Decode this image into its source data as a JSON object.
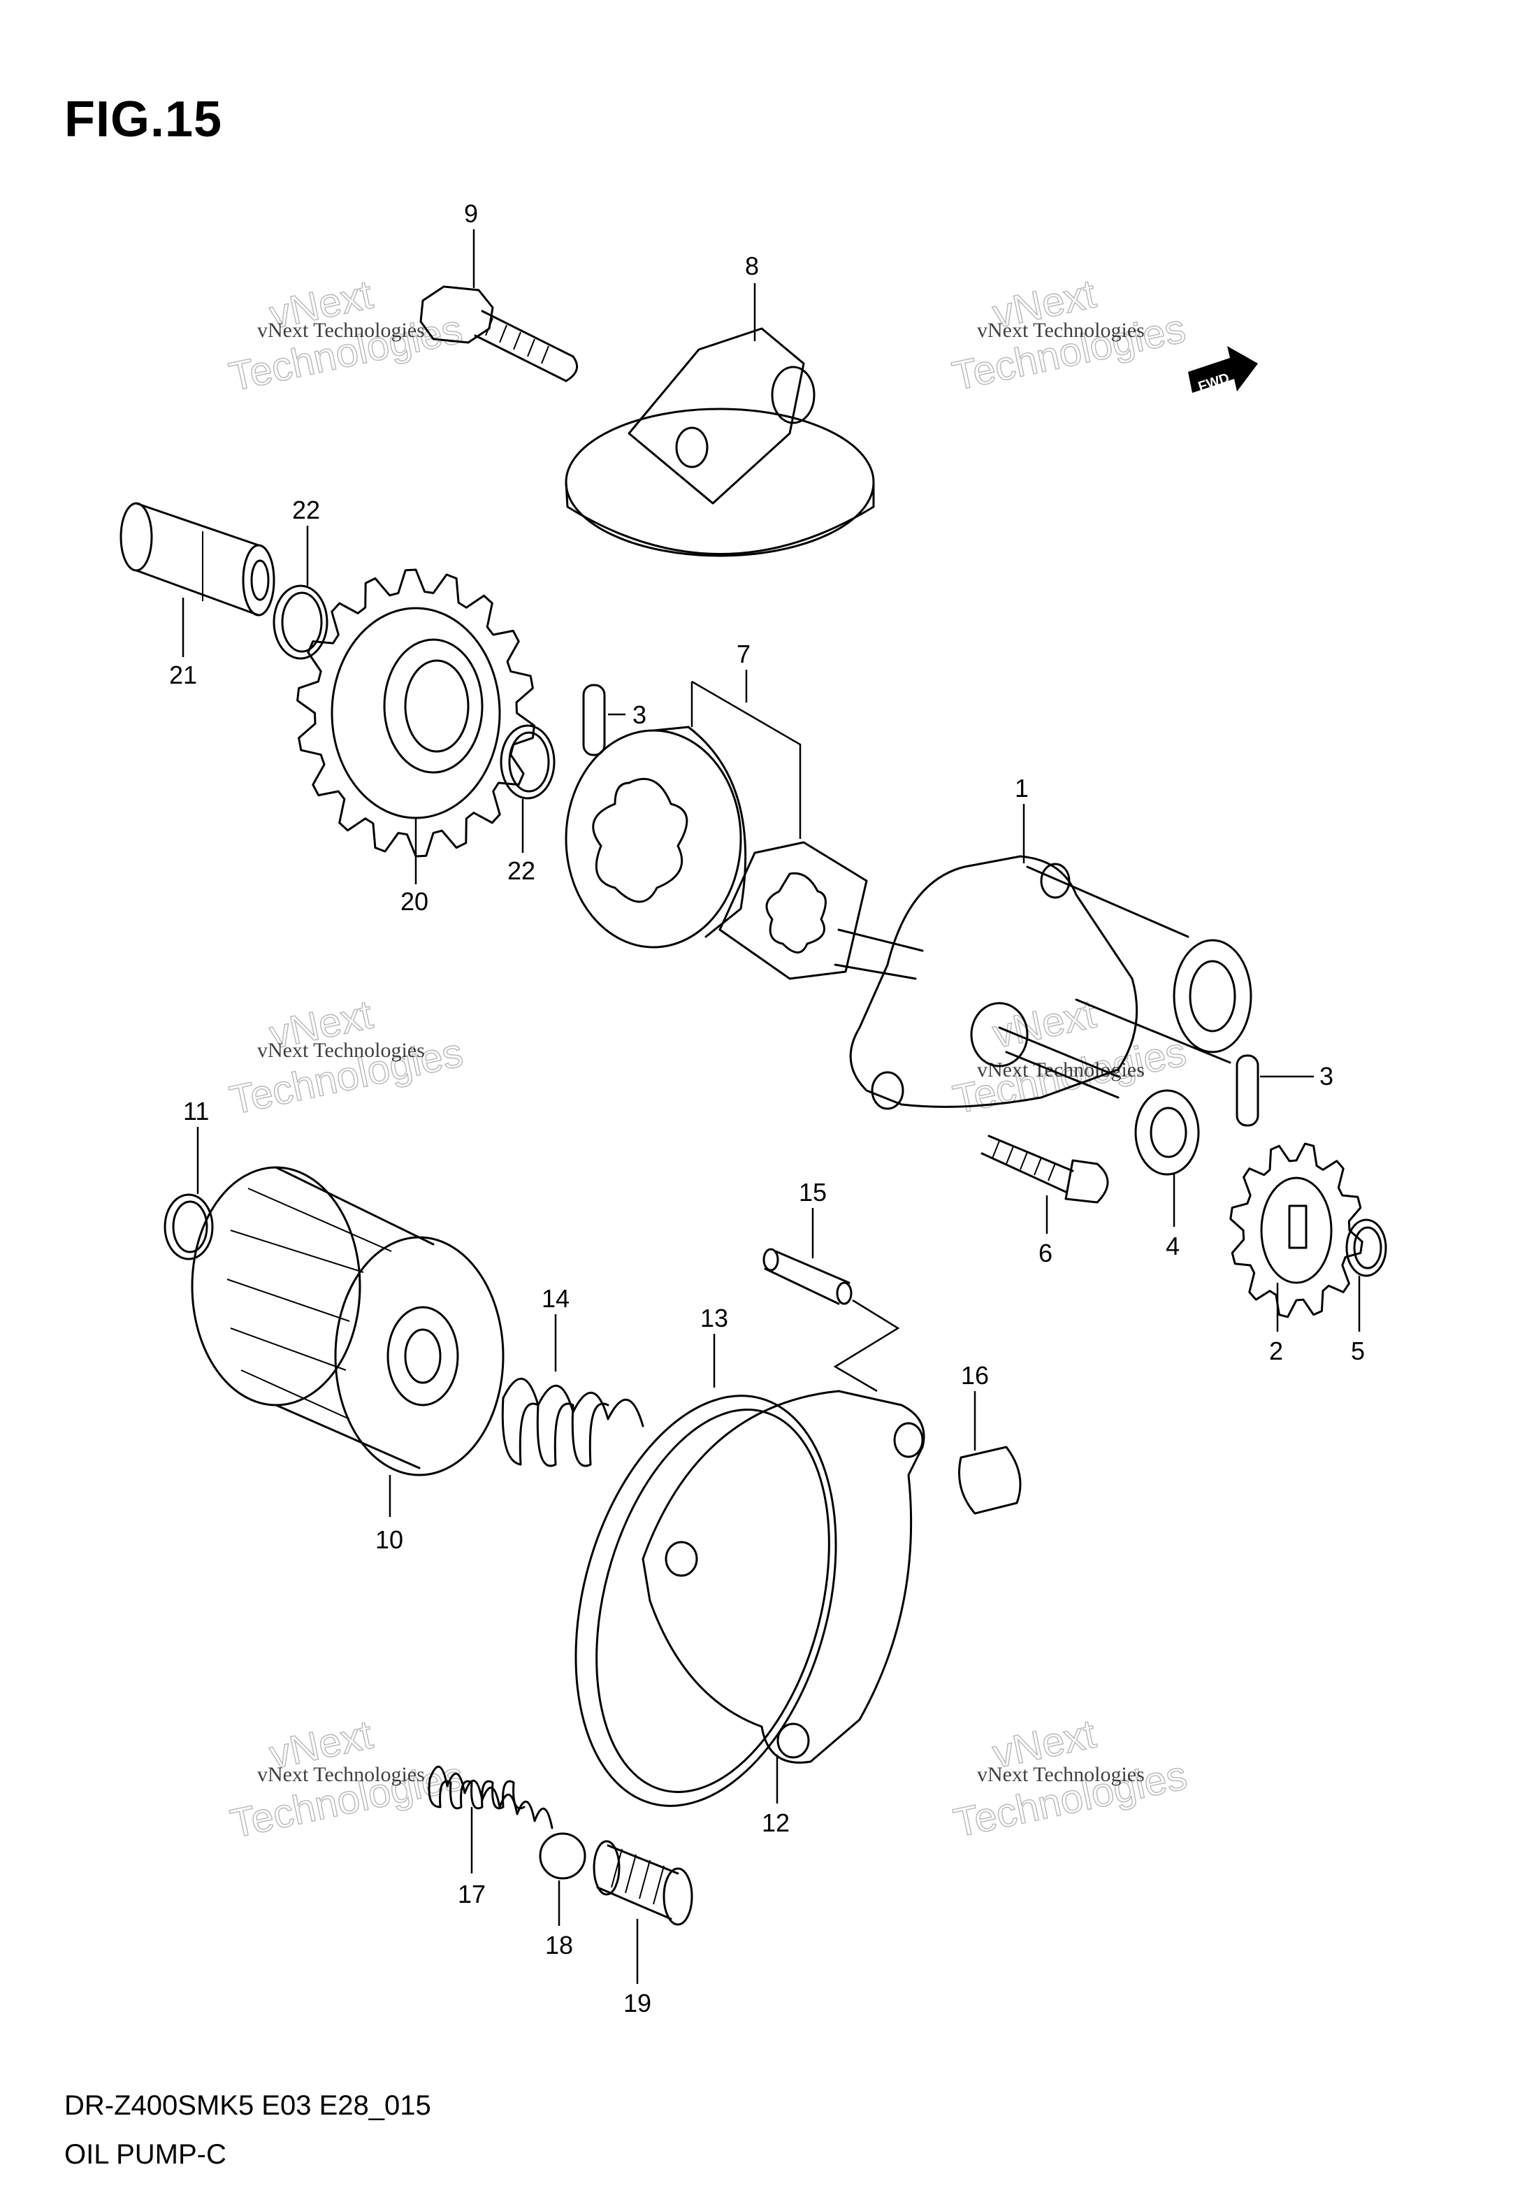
{
  "figure": {
    "title": "FIG.15",
    "model_code": "DR-Z400SMK5 E03 E28_015",
    "caption": "OIL PUMP-C"
  },
  "watermark": {
    "line1": "vNext Technologies",
    "line2a": "vNext",
    "line2b": "Technologies"
  },
  "forward_arrow_label": "FWD",
  "parts": [
    {
      "id": "part-1",
      "label": "1"
    },
    {
      "id": "part-2",
      "label": "2"
    },
    {
      "id": "part-3a",
      "label": "3"
    },
    {
      "id": "part-3b",
      "label": "3"
    },
    {
      "id": "part-4",
      "label": "4"
    },
    {
      "id": "part-5",
      "label": "5"
    },
    {
      "id": "part-6",
      "label": "6"
    },
    {
      "id": "part-7",
      "label": "7"
    },
    {
      "id": "part-8",
      "label": "8"
    },
    {
      "id": "part-9",
      "label": "9"
    },
    {
      "id": "part-10",
      "label": "10"
    },
    {
      "id": "part-11",
      "label": "11"
    },
    {
      "id": "part-12",
      "label": "12"
    },
    {
      "id": "part-13",
      "label": "13"
    },
    {
      "id": "part-14",
      "label": "14"
    },
    {
      "id": "part-15",
      "label": "15"
    },
    {
      "id": "part-16",
      "label": "16"
    },
    {
      "id": "part-17",
      "label": "17"
    },
    {
      "id": "part-18",
      "label": "18"
    },
    {
      "id": "part-19",
      "label": "19"
    },
    {
      "id": "part-20",
      "label": "20"
    },
    {
      "id": "part-21",
      "label": "21"
    },
    {
      "id": "part-22a",
      "label": "22"
    },
    {
      "id": "part-22b",
      "label": "22"
    }
  ]
}
